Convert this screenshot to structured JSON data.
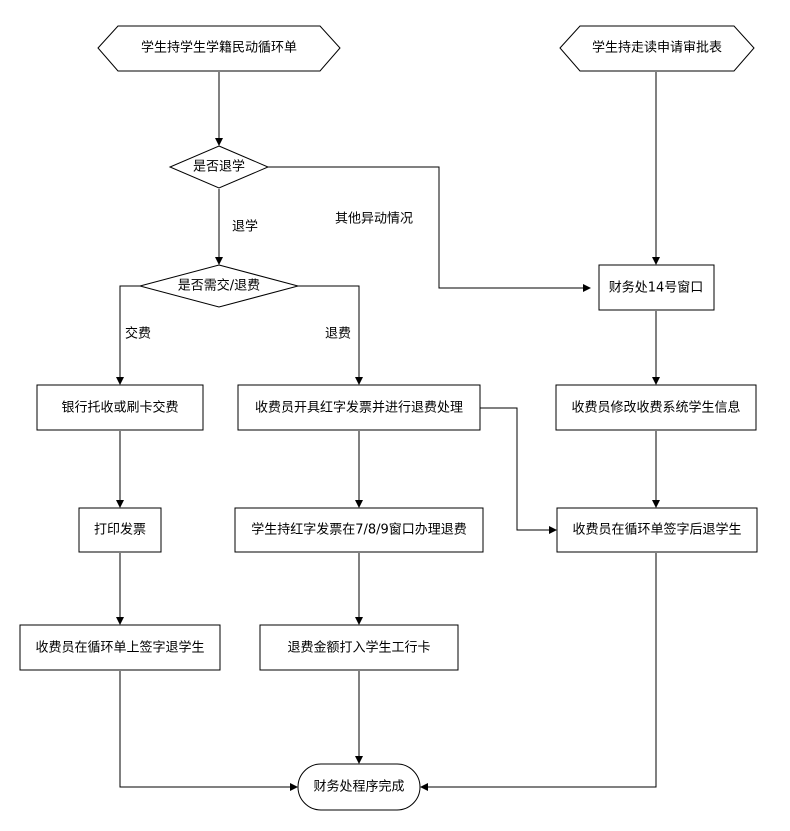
{
  "nodes": {
    "start_left": "学生持学生学籍民动循环单",
    "start_right": "学生持走读申请审批表",
    "decision_withdraw": "是否退学",
    "decision_pay_refund": "是否需交/退费",
    "window_14": "财务处14号窗口",
    "bank_payment": "银行托收或刷卡交费",
    "red_invoice": "收费员开具红字发票并进行退费处理",
    "modify_info": "收费员修改收费系统学生信息",
    "print_invoice": "打印发票",
    "red_invoice_window": "学生持红字发票在7/8/9窗口办理退费",
    "sign_after_withdraw": "收费员在循环单签字后退学生",
    "sign_on_form": "收费员在循环单上签字退学生",
    "refund_to_card": "退费金额打入学生工行卡",
    "end": "财务处程序完成"
  },
  "edge_labels": {
    "withdraw": "退学",
    "other_changes": "其他异动情况",
    "pay": "交费",
    "refund": "退费"
  }
}
